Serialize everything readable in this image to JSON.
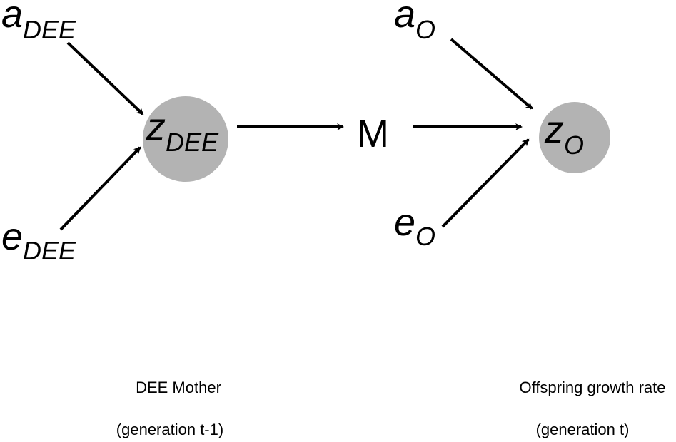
{
  "nodes": {
    "a_dee": {
      "base": "a",
      "sub": "DEE"
    },
    "e_dee": {
      "base": "e",
      "sub": "DEE"
    },
    "z_dee": {
      "base": "z",
      "sub": "DEE"
    },
    "m": {
      "label": "M"
    },
    "a_o": {
      "base": "a",
      "sub": "O"
    },
    "e_o": {
      "base": "e",
      "sub": "O"
    },
    "z_o": {
      "base": "z",
      "sub": "O"
    }
  },
  "captions": {
    "left_title": "DEE Mother",
    "left_subtitle": "(generation t-1)",
    "right_title": "Offspring growth rate",
    "right_subtitle": "(generation t)"
  },
  "colors": {
    "node_fill": "#b3b3b3",
    "arrow": "#000000",
    "text": "#000000"
  }
}
